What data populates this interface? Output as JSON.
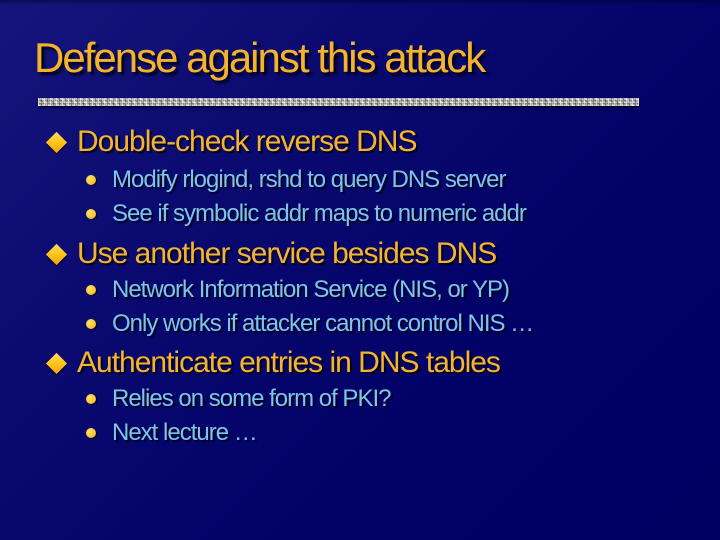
{
  "slide": {
    "title": "Defense against this attack",
    "bullets": [
      {
        "level": 1,
        "text": "Double-check reverse DNS"
      },
      {
        "level": 2,
        "text": "Modify rlogind, rshd to query DNS server"
      },
      {
        "level": 2,
        "text": "See if symbolic addr maps to numeric addr"
      },
      {
        "level": 1,
        "text": "Use another service besides DNS"
      },
      {
        "level": 2,
        "text": "Network Information Service (NIS, or YP)"
      },
      {
        "level": 2,
        "text": "Only works if attacker cannot control NIS …"
      },
      {
        "level": 1,
        "text": "Authenticate entries in DNS tables"
      },
      {
        "level": 2,
        "text": "Relies on some form of PKI?"
      },
      {
        "level": 2,
        "text": "Next lecture …"
      }
    ],
    "colors": {
      "background_navy": "#000066",
      "background_light_navy": "#15157d",
      "title_gold": "#f5b32c",
      "bullet_text_gold": "#f5b42e",
      "diamond_gold": "#ffc61e",
      "sub_text_blue": "#7ec4e9",
      "sub_dot_gold": "#fdc62f",
      "divider_gray": "#a8a8a8"
    }
  }
}
